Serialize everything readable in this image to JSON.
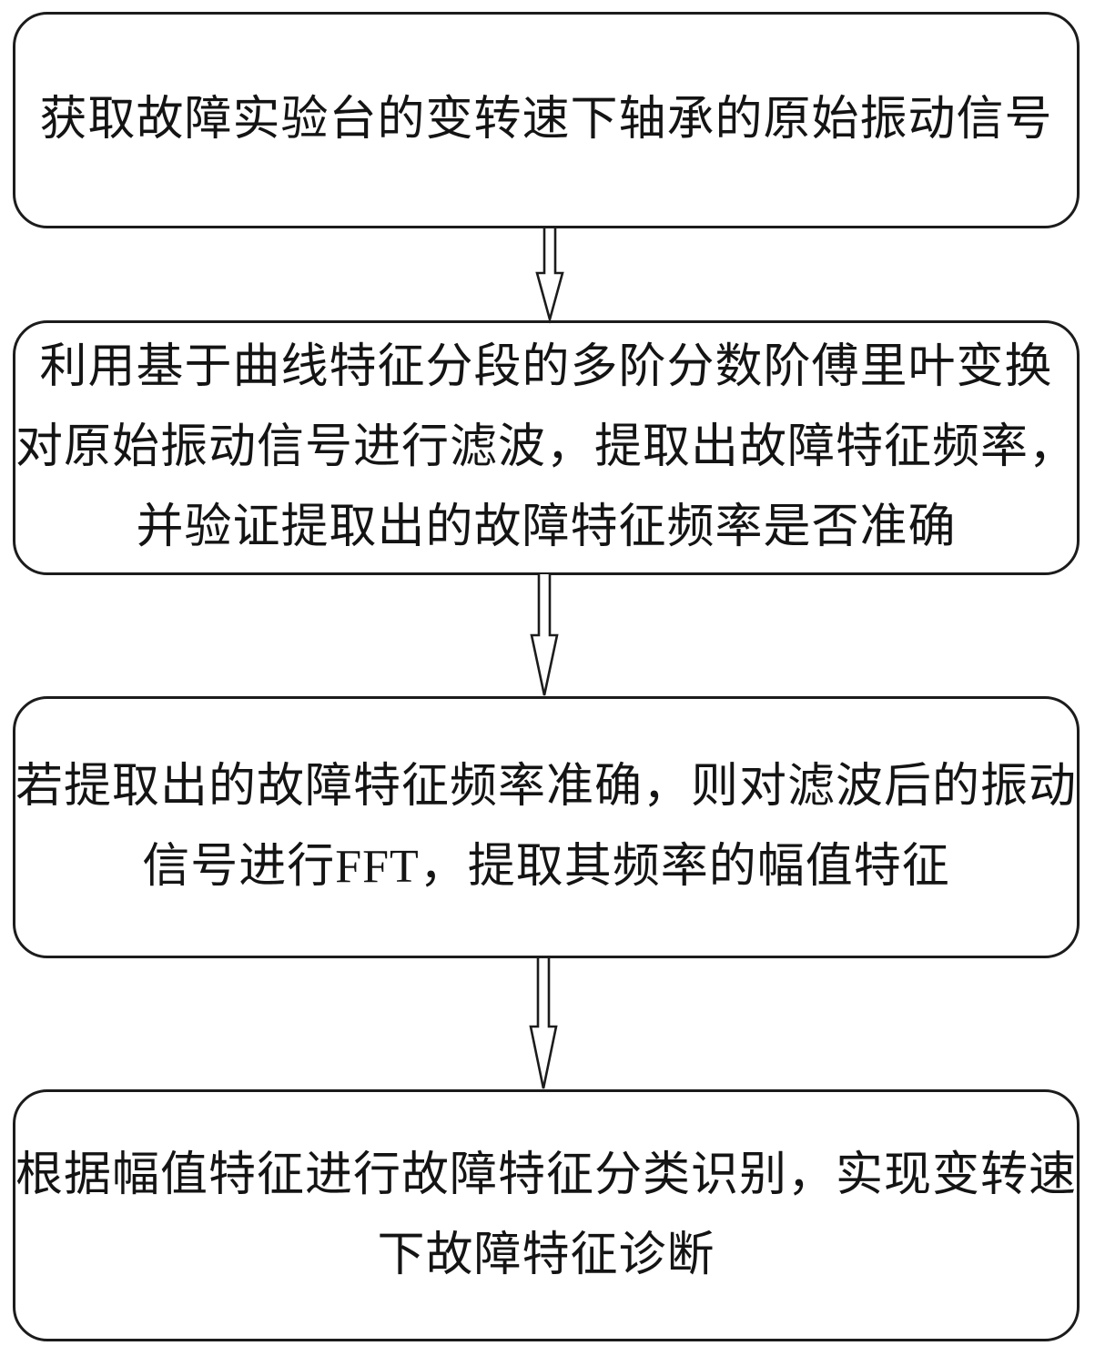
{
  "colors": {
    "background": "#ffffff",
    "box_border": "#1c1c1c",
    "text": "#141414"
  },
  "flowchart": {
    "steps": [
      {
        "lines": [
          "获取故障实验台的变转速下轴承的原始振动信号"
        ]
      },
      {
        "lines": [
          "利用基于曲线特征分段的多阶分数阶傅里叶变换",
          "对原始振动信号进行滤波，提取出故障特征频率，",
          "并验证提取出的故障特征频率是否准确"
        ]
      },
      {
        "lines": [
          "若提取出的故障特征频率准确，则对滤波后的振动",
          "信号进行FFT，提取其频率的幅值特征"
        ]
      },
      {
        "lines": [
          "根据幅值特征进行故障特征分类识别，实现变转速",
          "下故障特征诊断"
        ]
      }
    ],
    "connectors": [
      {
        "type": "down-arrow"
      },
      {
        "type": "down-arrow"
      },
      {
        "type": "down-arrow"
      }
    ]
  }
}
